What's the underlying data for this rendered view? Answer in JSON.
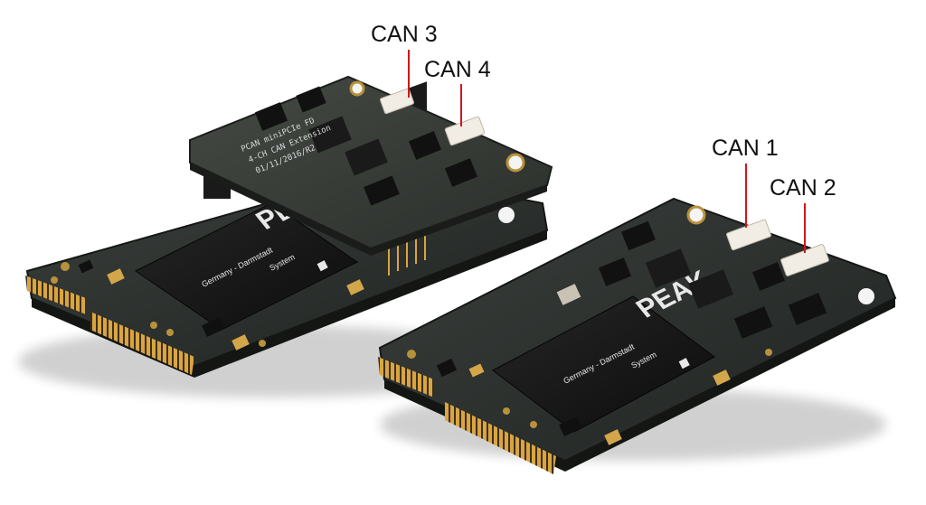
{
  "labels": {
    "can1": "CAN 1",
    "can2": "CAN 2",
    "can3": "CAN 3",
    "can4": "CAN 4"
  },
  "chips": {
    "logo": "PEAK",
    "subtitle": "Germany - Darmstadt",
    "brand": "System"
  },
  "extension_board": {
    "silk_line1": "PCAN miniPCIe FD",
    "silk_line2": "4-CH CAN Extension",
    "silk_line3": "01/11/2016/R2"
  },
  "colors": {
    "leader_line": "#d01818",
    "pcb": "#2a2e2c",
    "chip": "#151515",
    "gold": "#d9a441",
    "connector": "#f1ede4"
  }
}
